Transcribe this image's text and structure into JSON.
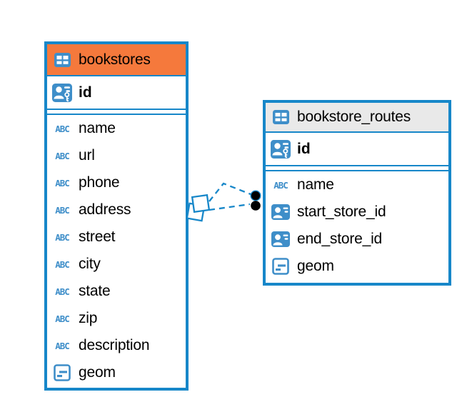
{
  "colors": {
    "border_blue": "#1787c9",
    "icon_blue": "#3e8ec9",
    "header_orange": "#f5793c",
    "header_gray": "#e9e9e9",
    "dot_black": "#000000",
    "text": "#000000",
    "background": "#ffffff"
  },
  "tables": [
    {
      "name": "bookstores",
      "header_style": "orange",
      "primary_key": {
        "name": "id",
        "icon": "person-key-icon"
      },
      "columns": [
        {
          "name": "name",
          "icon": "text-type-icon"
        },
        {
          "name": "url",
          "icon": "text-type-icon"
        },
        {
          "name": "phone",
          "icon": "text-type-icon"
        },
        {
          "name": "address",
          "icon": "text-type-icon"
        },
        {
          "name": "street",
          "icon": "text-type-icon"
        },
        {
          "name": "city",
          "icon": "text-type-icon"
        },
        {
          "name": "state",
          "icon": "text-type-icon"
        },
        {
          "name": "zip",
          "icon": "text-type-icon"
        },
        {
          "name": "description",
          "icon": "text-type-icon"
        },
        {
          "name": "geom",
          "icon": "geometry-type-icon"
        }
      ]
    },
    {
      "name": "bookstore_routes",
      "header_style": "gray",
      "primary_key": {
        "name": "id",
        "icon": "person-key-icon"
      },
      "columns": [
        {
          "name": "name",
          "icon": "text-type-icon"
        },
        {
          "name": "start_store_id",
          "icon": "reference-type-icon"
        },
        {
          "name": "end_store_id",
          "icon": "reference-type-icon"
        },
        {
          "name": "geom",
          "icon": "geometry-type-icon"
        }
      ]
    }
  ],
  "relationship": {
    "connects": [
      "bookstores",
      "bookstore_routes"
    ],
    "line_style": "dashed",
    "left_marker": "stacked-squares",
    "right_marker": "stacked-black-dots"
  }
}
